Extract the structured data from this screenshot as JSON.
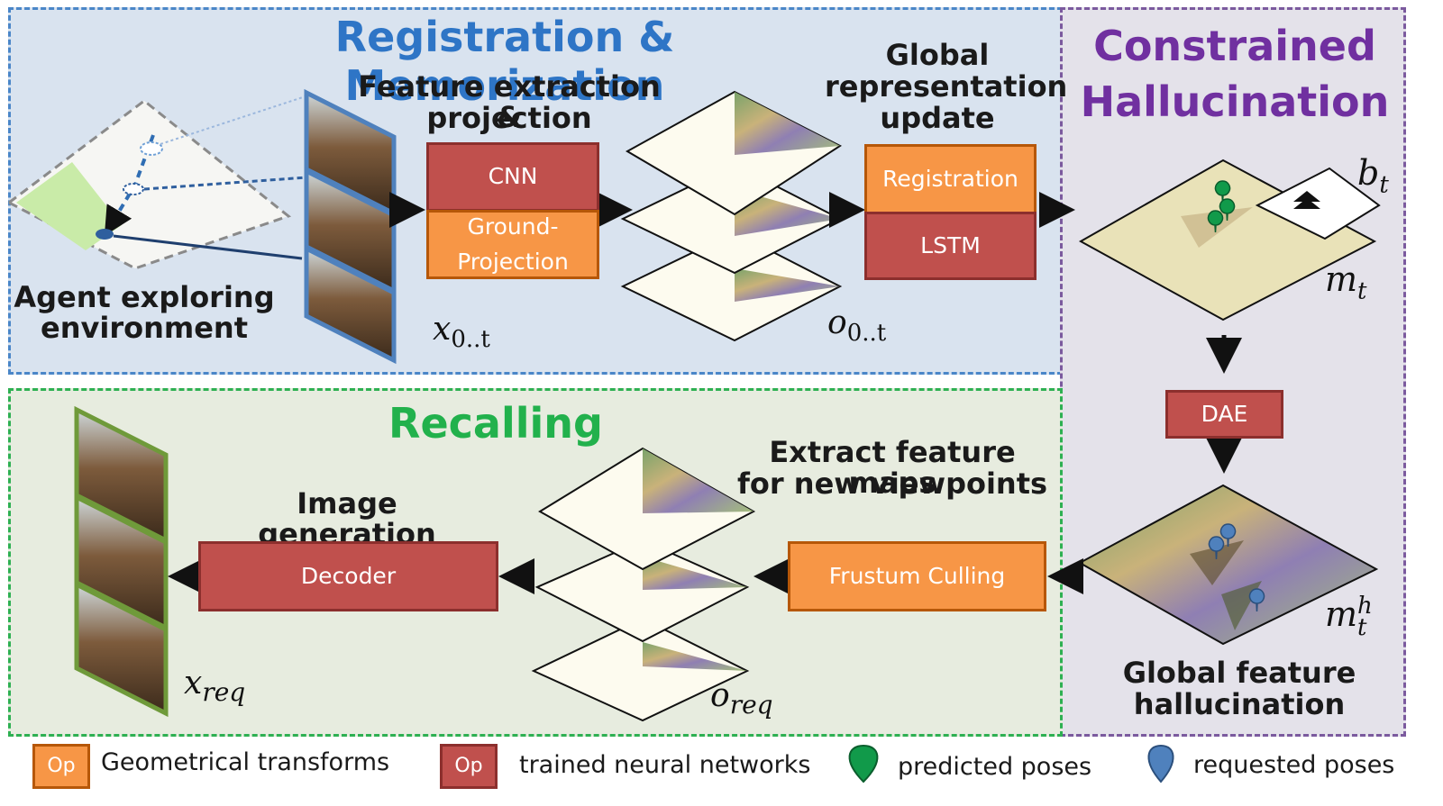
{
  "sections": {
    "registration_title": "Registration & Memorization",
    "hallucination_title_line1": "Constrained",
    "hallucination_title_line2": "Hallucination",
    "recalling_title": "Recalling"
  },
  "labels": {
    "agent_line1": "Agent  exploring",
    "agent_line2": "environment",
    "feature_line1": "Feature extraction &",
    "feature_line2": "projection",
    "global_line1": "Global",
    "global_line2": "representation",
    "global_line3": "update",
    "extract_line1": "Extract feature maps",
    "extract_line2": "for new viewpoints",
    "image_generation": "Image generation",
    "global_feature_line1": "Global feature",
    "global_feature_line2": "hallucination"
  },
  "boxes": {
    "cnn": "CNN",
    "ground_line1": "Ground-",
    "ground_line2": "Projection",
    "registration": "Registration",
    "lstm": "LSTM",
    "dae": "DAE",
    "frustum": "Frustum Culling",
    "decoder": "Decoder"
  },
  "math": {
    "x_base": "x",
    "x_sub": "0..t",
    "o_base": "o",
    "o_sub": "0..t",
    "b_base": "b",
    "b_sub": "t",
    "m_base": "m",
    "m_sub": "t",
    "mh_base": "m",
    "mh_sub": "t",
    "mh_sup": "h",
    "oreq_base": "o",
    "oreq_sub": "req",
    "xreq_base": "x",
    "xreq_sub": "req"
  },
  "legend": {
    "op_label": "Op",
    "geometrical": "Geometrical transforms",
    "trained": "trained neural networks",
    "predicted": "predicted poses",
    "requested": "requested poses"
  },
  "colors": {
    "registration_blue": "#2e75c6",
    "hallucination_purple": "#7030a0",
    "recalling_green": "#22b14c",
    "network_red": "#c0504d",
    "transform_orange": "#f79646",
    "predicted_pin": "#119a4a",
    "requested_pin": "#4f81bd"
  }
}
